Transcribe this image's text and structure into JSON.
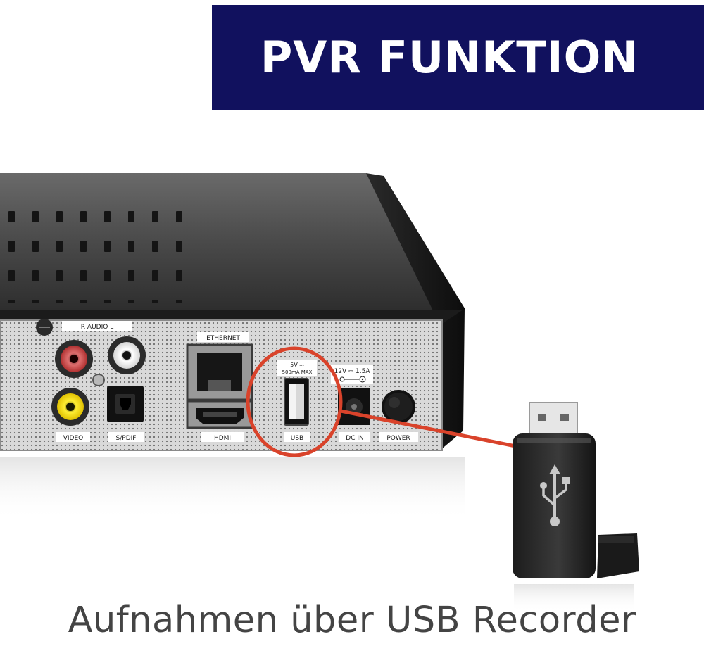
{
  "banner": {
    "title": "PVR FUNKTION",
    "background": "#11115e"
  },
  "caption": {
    "text": "Aufnahmen über USB Recorder",
    "color": "#444444"
  },
  "device": {
    "labels": {
      "audio": "R   AUDIO   L",
      "ethernet": "ETHERNET",
      "usb_rating_1": "5V ⎓",
      "usb_rating_2": "500mA MAX",
      "dc_rating": "12V ⎓ 1.5A",
      "video": "VIDEO",
      "spdif": "S/PDIF",
      "hdmi": "HDMI",
      "usb": "USB",
      "dc_in": "DC IN",
      "power": "POWER"
    }
  },
  "highlight_color": "#d9432b",
  "icons": [
    "usb-symbol-icon"
  ]
}
